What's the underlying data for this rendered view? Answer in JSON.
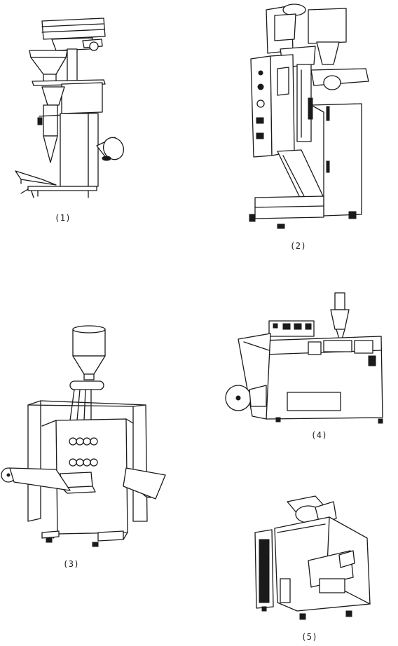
{
  "figure": {
    "labels": [
      "(1)",
      "(2)",
      "(3)",
      "(4)",
      "(5)"
    ]
  }
}
